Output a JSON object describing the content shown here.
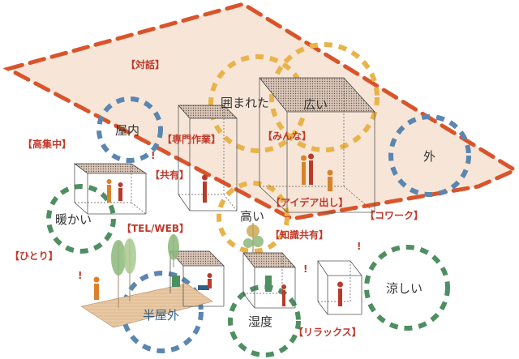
{
  "labels": {
    "taiwa": "【対話】",
    "koushuuchuu": "【高集中】",
    "senmon_sagyou": "【専門作業】",
    "kyouyuu": "【共有】",
    "minna": "【みんな】",
    "idea_dashi": "【アイデア出し】",
    "co_work": "【コワーク】",
    "tel_web": "【TEL/WEB】",
    "chishiki_kyouyuu": "【知識共有】",
    "hitori": "【ひとり】",
    "relax": "【リラックス】"
  },
  "zones": {
    "okunai": "屋内",
    "kakomareta": "囲まれた",
    "hiroi": "広い",
    "soto": "外",
    "atatakai": "暖かい",
    "takai": "高い",
    "hanyagai": "半屋外",
    "shitsudo": "湿度",
    "suzushii": "涼しい"
  },
  "marks": {
    "exclaim": "!"
  },
  "colors": {
    "orange_dash": "#d9542b",
    "yellow_ring": "#e8b34a",
    "blue_ring": "#5b86b0",
    "green_ring": "#4e8f62",
    "plane_fill": "#f7e6d8",
    "tag_red": "#c0392b",
    "figure_red": "#b83a2a",
    "figure_orange": "#d9822b",
    "plant_green": "#8db77a"
  }
}
